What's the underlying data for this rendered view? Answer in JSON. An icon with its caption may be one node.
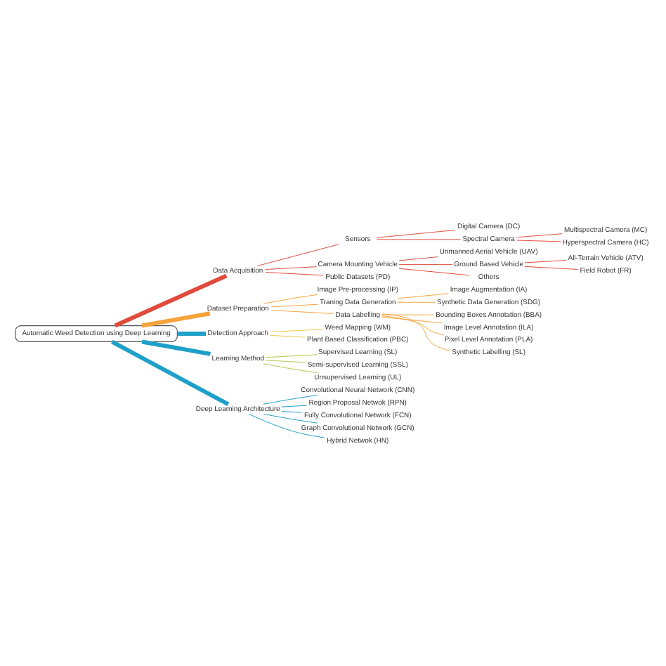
{
  "diagram": {
    "nodes": [
      {
        "text": [
          "Automatic Weed Detection using Deep Learning"
        ]
      },
      {
        "text": [
          "Data Acquisition"
        ]
      },
      {
        "text": [
          "Sensors"
        ]
      },
      {
        "text": [
          "Digital Camera (DC)"
        ]
      },
      {
        "text": [
          "Spectral Camera"
        ]
      },
      {
        "text": [
          "Multispectral Camera (MC)"
        ]
      },
      {
        "text": [
          "Hyperspectral Camera (HC)"
        ]
      },
      {
        "text": [
          "Camera Mounting Vehicle"
        ]
      },
      {
        "text": [
          "Unmanned Aerial Vehicle (UAV)"
        ]
      },
      {
        "text": [
          "Ground Based Vehicle"
        ]
      },
      {
        "text": [
          "All-Terrain Vehicle (ATV)"
        ]
      },
      {
        "text": [
          "Field Robot (FR)"
        ]
      },
      {
        "text": [
          "Others"
        ]
      },
      {
        "text": [
          "Public Datasets (PD)"
        ]
      },
      {
        "text": [
          "Dataset Preparation"
        ]
      },
      {
        "text": [
          "Image Pre-processing (IP)"
        ]
      },
      {
        "text": [
          "Traning Data Generation"
        ]
      },
      {
        "text": [
          "Image Augmentation (IA)"
        ]
      },
      {
        "text": [
          "Synthetic Data Generation (SDG)"
        ]
      },
      {
        "text": [
          "Data Labelling"
        ]
      },
      {
        "text": [
          "Bounding Boxes Annotation (BBA)"
        ]
      },
      {
        "text": [
          "Image Level Annotation (ILA)"
        ]
      },
      {
        "text": [
          "Pixel Level Annotation (PLA)"
        ]
      },
      {
        "text": [
          "Synthetic Labelling (SL)"
        ]
      },
      {
        "text": [
          "Detection Approach"
        ]
      },
      {
        "text": [
          "Weed Mapping (WM)"
        ]
      },
      {
        "text": [
          "Plant Based Classification (PBC)"
        ]
      },
      {
        "text": [
          "Learning Method"
        ]
      },
      {
        "text": [
          "Supervised Learning (SL)"
        ]
      },
      {
        "text": [
          "Semi-supervised Learning (SSL)"
        ]
      },
      {
        "text": [
          "Unsupervised Learning (UL)"
        ]
      },
      {
        "text": [
          "Deep Learning Architecture"
        ]
      },
      {
        "text": [
          "Convolutional Neural Network (CNN)"
        ]
      },
      {
        "text": [
          "Region Proposal Netwok (RPN)"
        ]
      },
      {
        "text": [
          "Fully Convolutional Network (FCN)"
        ]
      },
      {
        "text": [
          "Graph Convolutional Network (GCN)"
        ]
      },
      {
        "text": [
          "Hybrid Netwok (HN)"
        ]
      }
    ],
    "edges": [
      {
        "from": 0,
        "to": 1,
        "arrow": "none",
        "style": "thick",
        "color": "#e04b3c"
      },
      {
        "from": 1,
        "to": 2,
        "arrow": "none",
        "color": "#e04b3c"
      },
      {
        "from": 2,
        "to": 3,
        "arrow": "none",
        "color": "#e04b3c"
      },
      {
        "from": 2,
        "to": 4,
        "arrow": "none",
        "color": "#e04b3c"
      },
      {
        "from": 4,
        "to": 5,
        "arrow": "none",
        "color": "#e04b3c"
      },
      {
        "from": 4,
        "to": 6,
        "arrow": "none",
        "color": "#e04b3c"
      },
      {
        "from": 1,
        "to": 7,
        "arrow": "none",
        "color": "#e04b3c"
      },
      {
        "from": 7,
        "to": 8,
        "arrow": "none",
        "color": "#e04b3c"
      },
      {
        "from": 7,
        "to": 9,
        "arrow": "none",
        "color": "#e04b3c"
      },
      {
        "from": 9,
        "to": 10,
        "arrow": "none",
        "color": "#e04b3c"
      },
      {
        "from": 9,
        "to": 11,
        "arrow": "none",
        "color": "#e04b3c"
      },
      {
        "from": 7,
        "to": 12,
        "arrow": "none",
        "color": "#e04b3c"
      },
      {
        "from": 1,
        "to": 13,
        "arrow": "none",
        "color": "#e04b3c"
      },
      {
        "from": 0,
        "to": 14,
        "arrow": "none",
        "style": "thick",
        "color": "#f5a33a"
      },
      {
        "from": 14,
        "to": 15,
        "arrow": "none",
        "color": "#f5a33a"
      },
      {
        "from": 14,
        "to": 16,
        "arrow": "none",
        "color": "#f5a33a"
      },
      {
        "from": 16,
        "to": 17,
        "arrow": "none",
        "color": "#f5a33a"
      },
      {
        "from": 16,
        "to": 18,
        "arrow": "none",
        "color": "#f5a33a"
      },
      {
        "from": 14,
        "to": 19,
        "arrow": "none",
        "color": "#f5a33a"
      },
      {
        "from": 19,
        "to": 20,
        "arrow": "none",
        "color": "#f5a33a"
      },
      {
        "from": 19,
        "to": 21,
        "arrow": "none",
        "color": "#f5a33a"
      },
      {
        "from": 19,
        "to": 22,
        "arrow": "none",
        "color": "#f5a33a"
      },
      {
        "from": 19,
        "to": 23,
        "arrow": "none",
        "color": "#f5a33a"
      },
      {
        "from": 0,
        "to": 24,
        "arrow": "none",
        "style": "thick",
        "color": "#1ea0c8"
      },
      {
        "from": 24,
        "to": 25,
        "arrow": "none",
        "color": "#e8c94a"
      },
      {
        "from": 24,
        "to": 26,
        "arrow": "none",
        "color": "#e8c94a"
      },
      {
        "from": 0,
        "to": 27,
        "arrow": "none",
        "style": "thick",
        "color": "#1ea0c8"
      },
      {
        "from": 27,
        "to": 28,
        "arrow": "none",
        "color": "#b5c44a"
      },
      {
        "from": 27,
        "to": 29,
        "arrow": "none",
        "color": "#b5c44a"
      },
      {
        "from": 27,
        "to": 30,
        "arrow": "none",
        "color": "#b5c44a"
      },
      {
        "from": 0,
        "to": 31,
        "arrow": "none",
        "style": "thick",
        "color": "#1ea0c8"
      },
      {
        "from": 31,
        "to": 32,
        "arrow": "none",
        "color": "#1ea0c8"
      },
      {
        "from": 31,
        "to": 33,
        "arrow": "none",
        "color": "#1ea0c8"
      },
      {
        "from": 31,
        "to": 34,
        "arrow": "none",
        "color": "#1ea0c8"
      },
      {
        "from": 31,
        "to": 35,
        "arrow": "none",
        "color": "#1ea0c8"
      },
      {
        "from": 31,
        "to": 36,
        "arrow": "none",
        "color": "#1ea0c8"
      }
    ]
  }
}
